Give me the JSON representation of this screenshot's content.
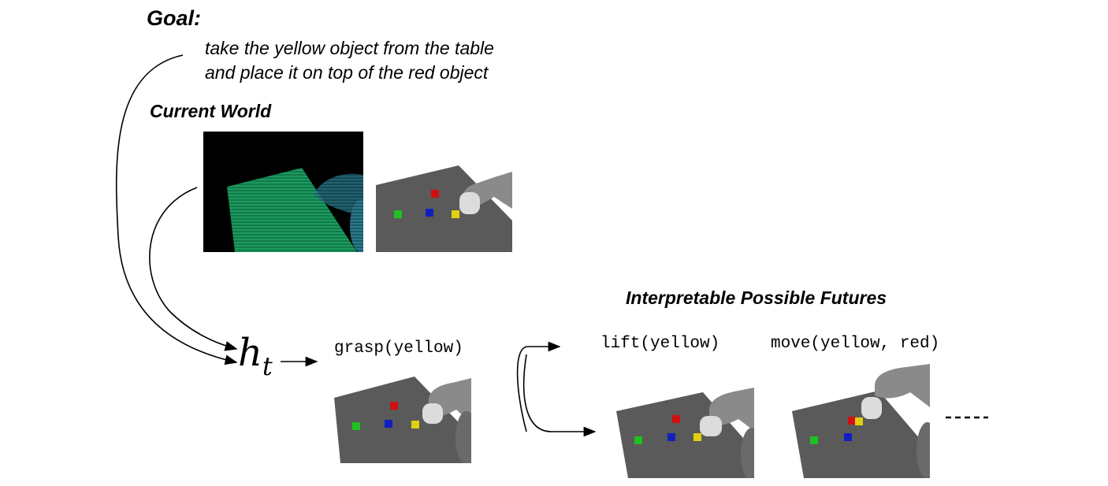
{
  "goal": {
    "label": "Goal:",
    "line1": "take the yellow object from the table",
    "line2": "and place it on top of the red object"
  },
  "current_world": {
    "label": "Current World"
  },
  "hidden_state": {
    "symbol": "h",
    "subscript": "t"
  },
  "actions": {
    "grasp": "grasp(yellow)",
    "lift": "lift(yellow)",
    "move": "move(yellow, red)"
  },
  "futures": {
    "label": "Interpretable Possible Futures"
  },
  "colors": {
    "table": "#5a5a5a",
    "cube_red": "#d01010",
    "cube_green": "#20c020",
    "cube_blue": "#1020c0",
    "cube_yellow": "#e0d010",
    "depth_plane": "#1a9a5a"
  }
}
